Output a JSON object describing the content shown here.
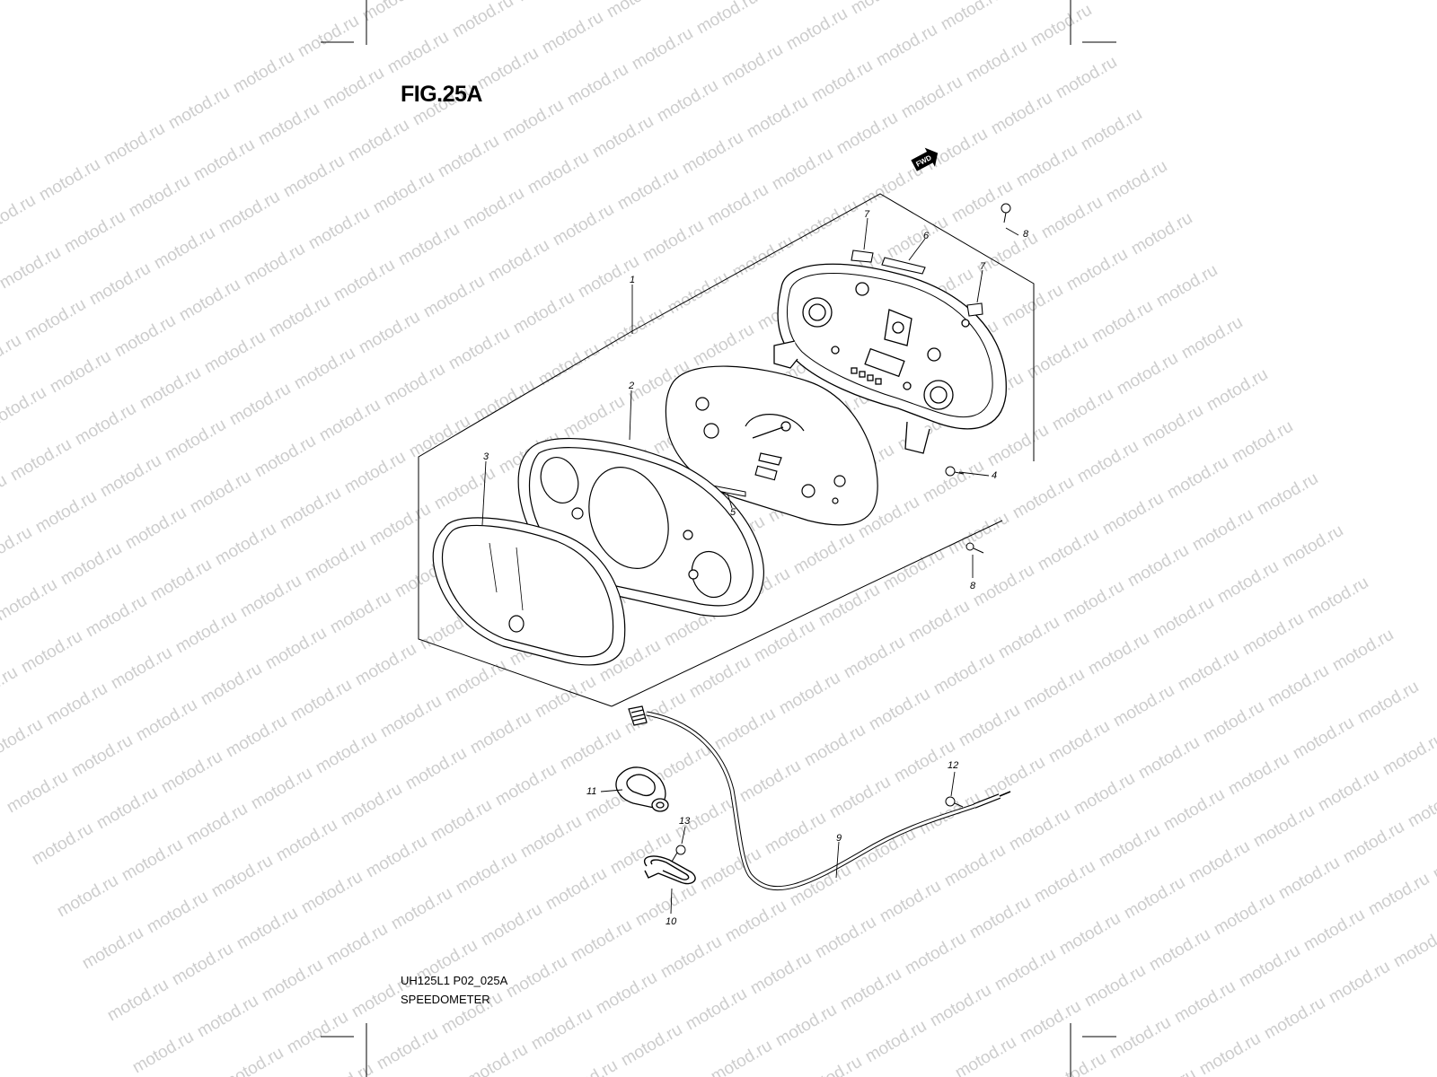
{
  "figure": {
    "title": "FIG.25A",
    "code": "UH125L1 P02_025A",
    "name": "SPEEDOMETER"
  },
  "watermark_text": "motod.ru",
  "direction_badge": "FWD",
  "callouts": [
    "1",
    "2",
    "3",
    "4",
    "5",
    "6",
    "7",
    "7",
    "8",
    "8",
    "9",
    "10",
    "11",
    "12",
    "13"
  ]
}
